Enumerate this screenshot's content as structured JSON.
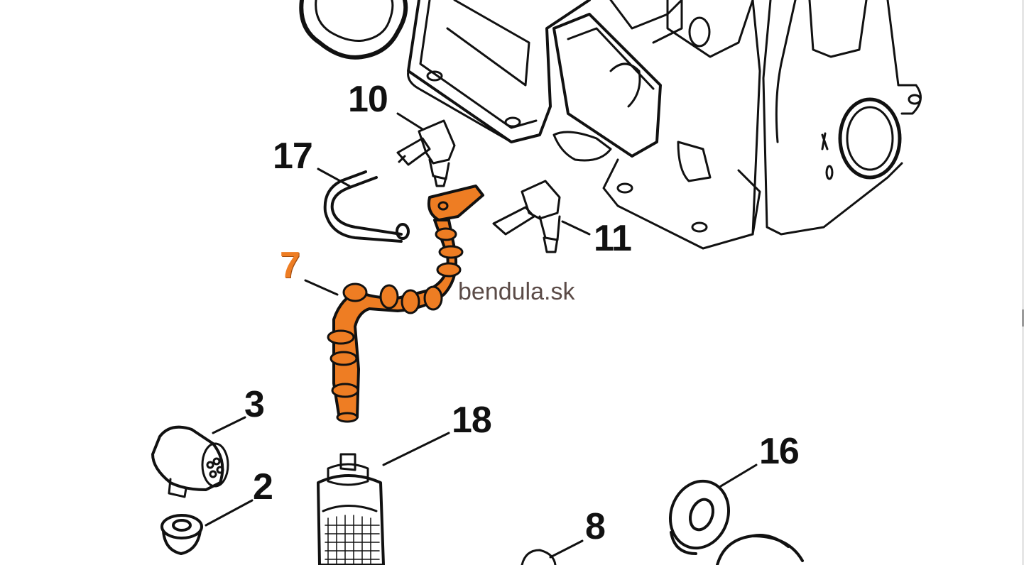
{
  "watermark": "bendula.sk",
  "highlight_color": "#ee7d23",
  "line_color": "#111111",
  "callouts": {
    "c10": "10",
    "c17": "17",
    "c11": "11",
    "c7": "7",
    "c3": "3",
    "c18": "18",
    "c16": "16",
    "c2": "2",
    "c8": "8"
  }
}
